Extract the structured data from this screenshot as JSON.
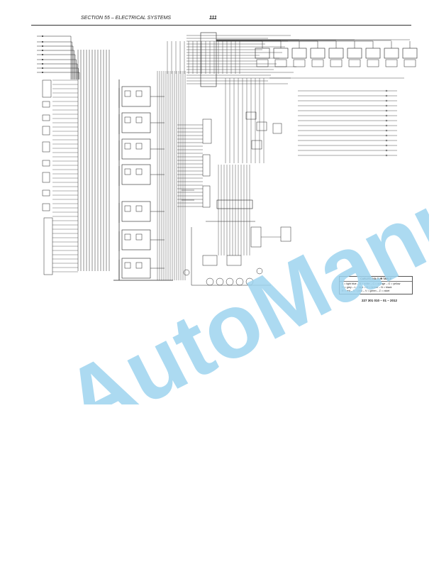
{
  "header": {
    "section": "SECTION 55 – ELECTRICAL SYSTEMS",
    "page_number": "111"
  },
  "cable_colour_table": {
    "title": "CABLES COLOUR TABLE",
    "lines": [
      "A = light blue – B = white – C = orange – G = yellow",
      "H = grey – L = blue – M = brown – N = black",
      "R = red – S = pink – V = green – Z = violet"
    ]
  },
  "doc_reference": "227 301 010 – 01 – 2012",
  "watermark": "AutoManual",
  "colors": {
    "watermark": "#9ed3ee",
    "ink": "#222222",
    "rule": "#333333"
  }
}
